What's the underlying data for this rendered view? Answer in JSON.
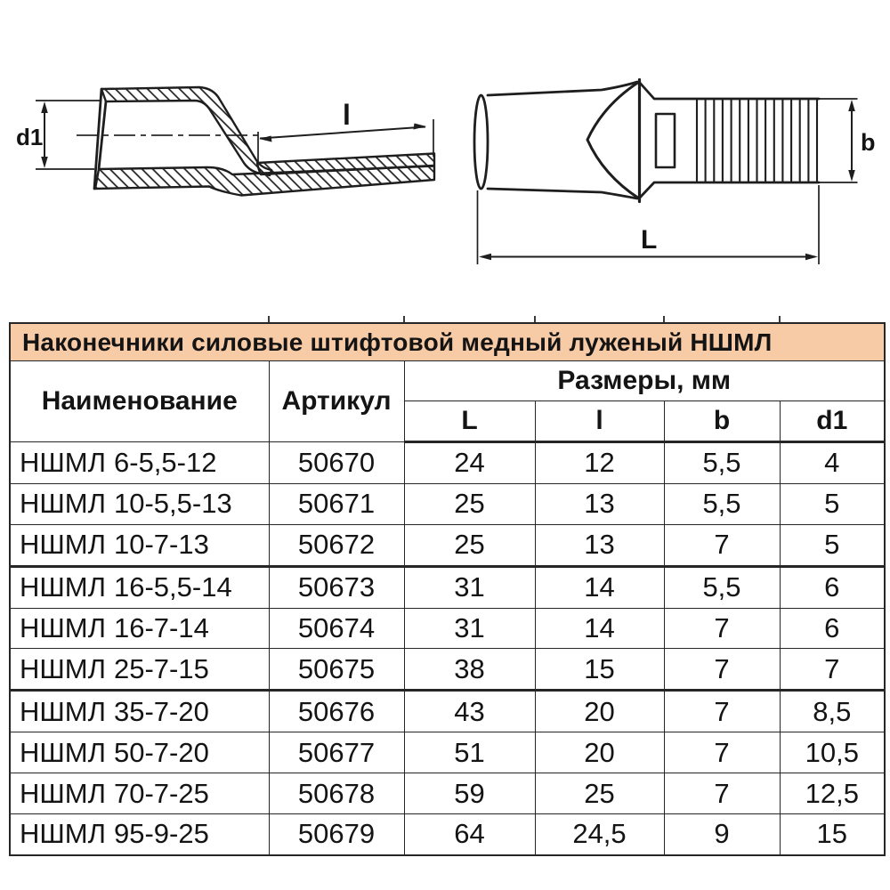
{
  "page_title": "Наконечники силовые штифтовой медный луженый НШМЛ",
  "drawing": {
    "labels": {
      "d1": "d1",
      "l": "l",
      "b": "b",
      "L": "L"
    }
  },
  "table": {
    "headers": {
      "name": "Наименование",
      "sku": "Артикул",
      "dims": "Размеры, мм",
      "dim_cols": [
        "L",
        "l",
        "b",
        "d1"
      ]
    },
    "rows": [
      {
        "series": "НШМЛ",
        "size": "6-5,5-12",
        "sku": "50670",
        "L": "24",
        "l": "12",
        "b": "5,5",
        "d1": "4"
      },
      {
        "series": "НШМЛ",
        "size": "10-5,5-13",
        "sku": "50671",
        "L": "25",
        "l": "13",
        "b": "5,5",
        "d1": "5"
      },
      {
        "series": "НШМЛ",
        "size": "10-7-13",
        "sku": "50672",
        "L": "25",
        "l": "13",
        "b": "7",
        "d1": "5"
      },
      {
        "series": "НШМЛ",
        "size": "16-5,5-14",
        "sku": "50673",
        "L": "31",
        "l": "14",
        "b": "5,5",
        "d1": "6"
      },
      {
        "series": "НШМЛ",
        "size": "16-7-14",
        "sku": "50674",
        "L": "31",
        "l": "14",
        "b": "7",
        "d1": "6"
      },
      {
        "series": "НШМЛ",
        "size": "25-7-15",
        "sku": "50675",
        "L": "38",
        "l": "15",
        "b": "7",
        "d1": "7"
      },
      {
        "series": "НШМЛ",
        "size": "35-7-20",
        "sku": "50676",
        "L": "43",
        "l": "20",
        "b": "7",
        "d1": "8,5"
      },
      {
        "series": "НШМЛ",
        "size": "50-7-20",
        "sku": "50677",
        "L": "51",
        "l": "20",
        "b": "7",
        "d1": "10,5"
      },
      {
        "series": "НШМЛ",
        "size": "70-7-25",
        "sku": "50678",
        "L": "59",
        "l": "25",
        "b": "7",
        "d1": "12,5"
      },
      {
        "series": "НШМЛ",
        "size": "95-9-25",
        "sku": "50679",
        "L": "64",
        "l": "24,5",
        "b": "9",
        "d1": "15"
      }
    ]
  },
  "colors": {
    "title_bg": "#F8CBA7",
    "line": "#262626",
    "text": "#141414"
  }
}
